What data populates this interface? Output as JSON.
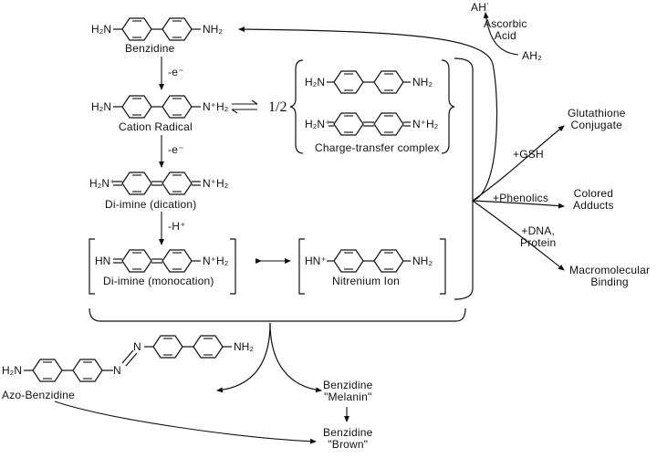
{
  "structures": {
    "benzidine": "Benzidine",
    "cation_radical": "Cation Radical",
    "charge_transfer": "Charge-transfer complex",
    "diimine_dication": "Di-imine (dication)",
    "diimine_monocation": "Di-imine (monocation)",
    "nitrenium": "Nitrenium Ion",
    "azo": "Azo-Benzidine",
    "melanin": "Benzidine\n\"Melanin\"",
    "brown": "Benzidine\n\"Brown\""
  },
  "steps": {
    "ox1": "-e⁻",
    "ox2": "-e⁻",
    "deprot": "-H⁺",
    "half": "1/2"
  },
  "groups": {
    "nh2": "NH₂",
    "h2n": "H₂N",
    "nh2_plus": "N⁺H₂",
    "h2n_plus": "H₂N⁺",
    "hn": "HN",
    "hn_plus": "HN⁺",
    "n": "N"
  },
  "ascorbic": {
    "ah_radical": "AH˙",
    "label": "Ascorbic\nAcid",
    "ah2": "AH₂"
  },
  "reactions": [
    {
      "reagent": "+GSH",
      "product": "Glutathione\nConjugate"
    },
    {
      "reagent": "+Phenolics",
      "product": "Colored\nAdducts"
    },
    {
      "reagent": "+DNA,\nProtein",
      "product": "Macromolecular\nBinding"
    }
  ]
}
